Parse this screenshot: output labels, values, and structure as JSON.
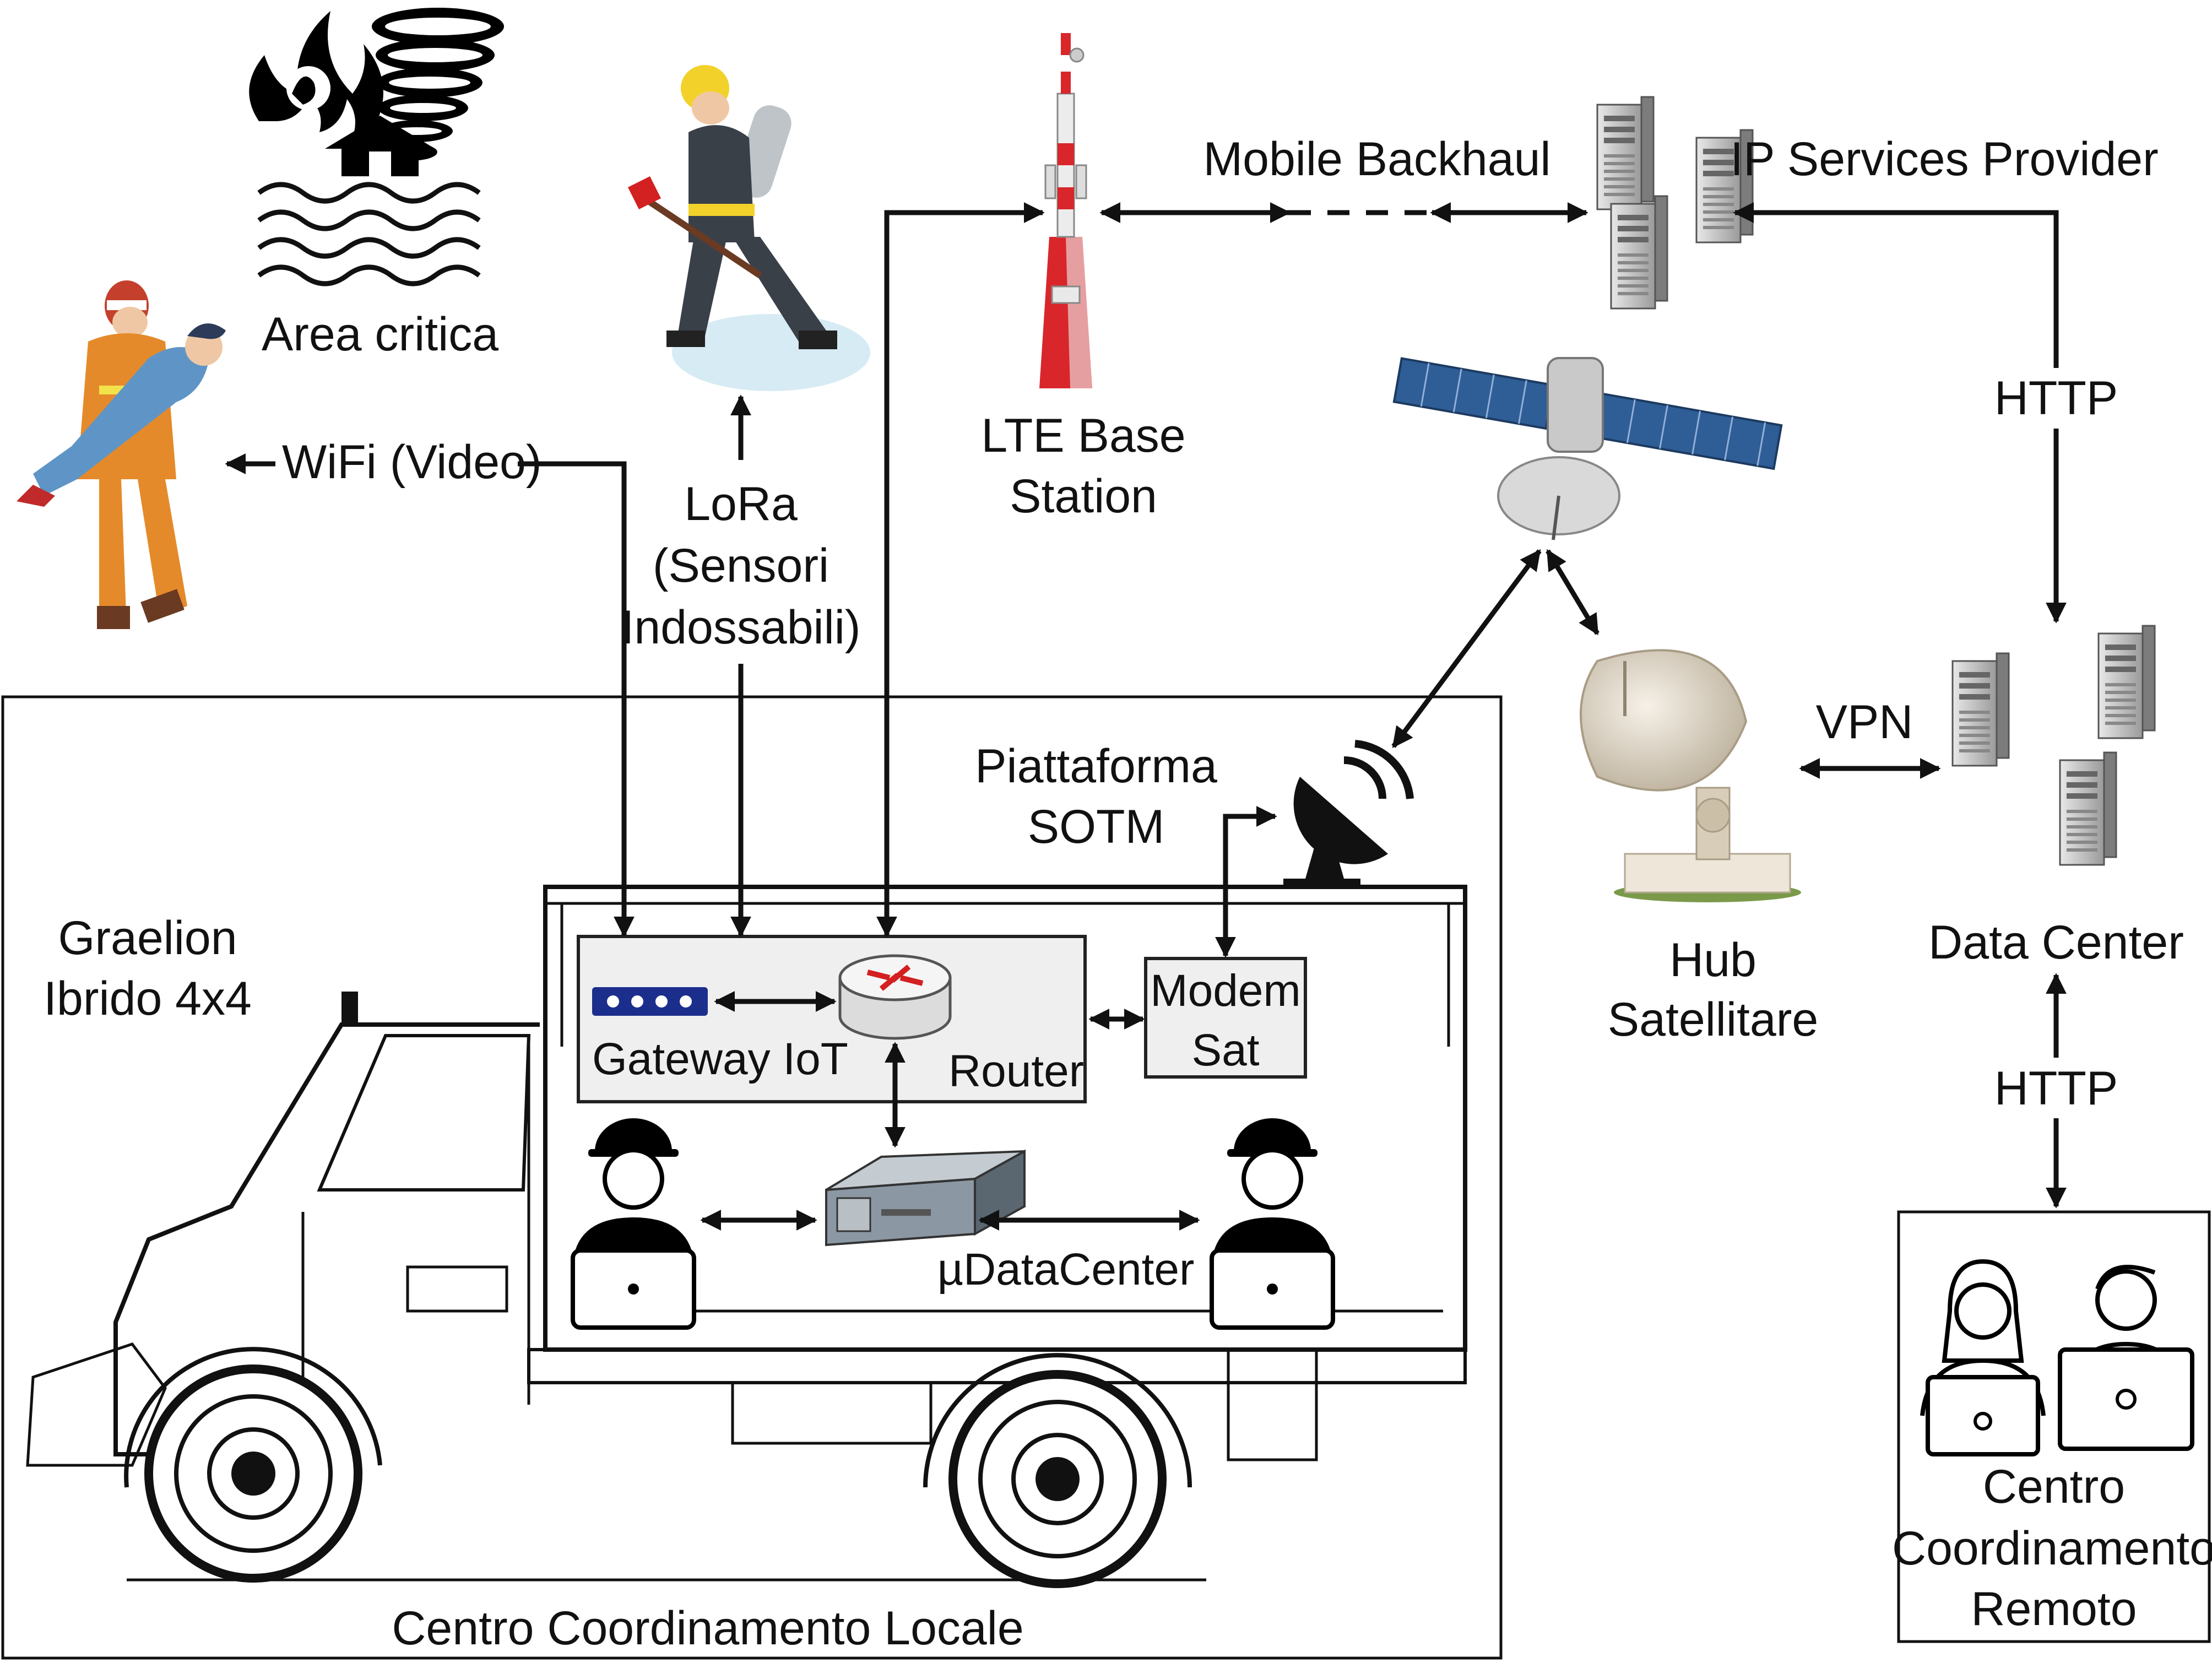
{
  "labels": {
    "area_critica": "Area critica",
    "wifi": "WiFi (Video)",
    "lora_1": "LoRa",
    "lora_2": "(Sensori",
    "lora_3": "Indossabili)",
    "lte_1": "LTE Base",
    "lte_2": "Station",
    "mobile_backhaul": "Mobile Backhaul",
    "ip_services": "IP Services Provider",
    "http_top": "HTTP",
    "http_bottom": "HTTP",
    "vpn": "VPN",
    "data_center": "Data Center",
    "hub_1": "Hub",
    "hub_2": "Satellitare",
    "piattaforma_1": "Piattaforma",
    "piattaforma_2": "SOTM",
    "graelion_1": "Graelion",
    "graelion_2": "Ibrido 4x4",
    "gateway": "Gateway IoT",
    "router": "Router",
    "modem_1": "Modem",
    "modem_2": "Sat",
    "udatacenter": "µDataCenter",
    "centro_locale": "Centro Coordinamento Locale",
    "remoto_1": "Centro",
    "remoto_2": "Coordinamento",
    "remoto_3": "Remoto"
  },
  "colors": {
    "line": "#111111",
    "box_fill": "#efefef",
    "gateway_blue": "#1c2e8c",
    "router_red": "#d32020",
    "tower_red": "#d8262b",
    "solar_blue": "#2f5d96",
    "firefighter_orange": "#e58a2a"
  },
  "icons": {
    "disaster": "fire-tornado-flood-icon",
    "rescuer": "firefighter-carrying-person-icon",
    "walker": "firefighter-with-axe-icon",
    "tower": "lte-tower-icon",
    "servers": "server-rack-icon",
    "satellite": "satellite-icon",
    "dish": "satellite-dish-icon",
    "truck": "truck-icon",
    "operator": "operator-laptop-icon"
  }
}
